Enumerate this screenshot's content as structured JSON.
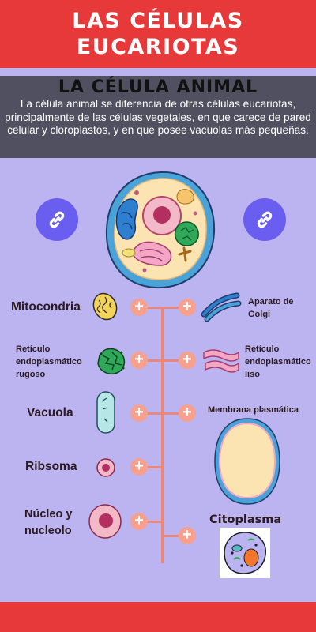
{
  "header": {
    "title_line1": "LAS CÉLULAS",
    "title_line2": "EUCARIOTAS"
  },
  "intro": {
    "heading": "LA CÉLULA ANIMAL",
    "text": "La célula animal se diferencia de otras células eucariotas, principalmente de las células vegetales, en que carece de pared celular y cloroplastos, y en que posee vacuolas más pequeñas."
  },
  "labels": {
    "mitocondria": "Mitocondria",
    "reticulo_rugoso": [
      "Retículo",
      "endoplasmático",
      "rugoso"
    ],
    "vacuola": "Vacuola",
    "ribosoma": "Ribsoma",
    "nucleo": [
      "Núcleo y",
      "nucleolo"
    ],
    "golgi": [
      "Aparato de",
      "Golgi"
    ],
    "reticulo_liso": [
      "Retículo",
      "endoplasmático",
      "liso"
    ],
    "membrana": "Membrana plasmática",
    "citoplasma": "Citoplasma"
  },
  "plus_symbol": "+",
  "icons": [
    "link-icon",
    "cell-illustration",
    "mitochondria-icon",
    "golgi-icon",
    "rough-er-icon",
    "smooth-er-icon",
    "vacuole-icon",
    "plasma-membrane-icon",
    "ribosome-icon",
    "nucleus-icon",
    "cytoplasm-icon"
  ],
  "colors": {
    "header": "#e8393a",
    "background": "#bcb3f1",
    "intro_band": "#505060",
    "link_button": "#6a5ef0",
    "plus_button": "#f7a08d",
    "timeline": "#e9877b"
  }
}
